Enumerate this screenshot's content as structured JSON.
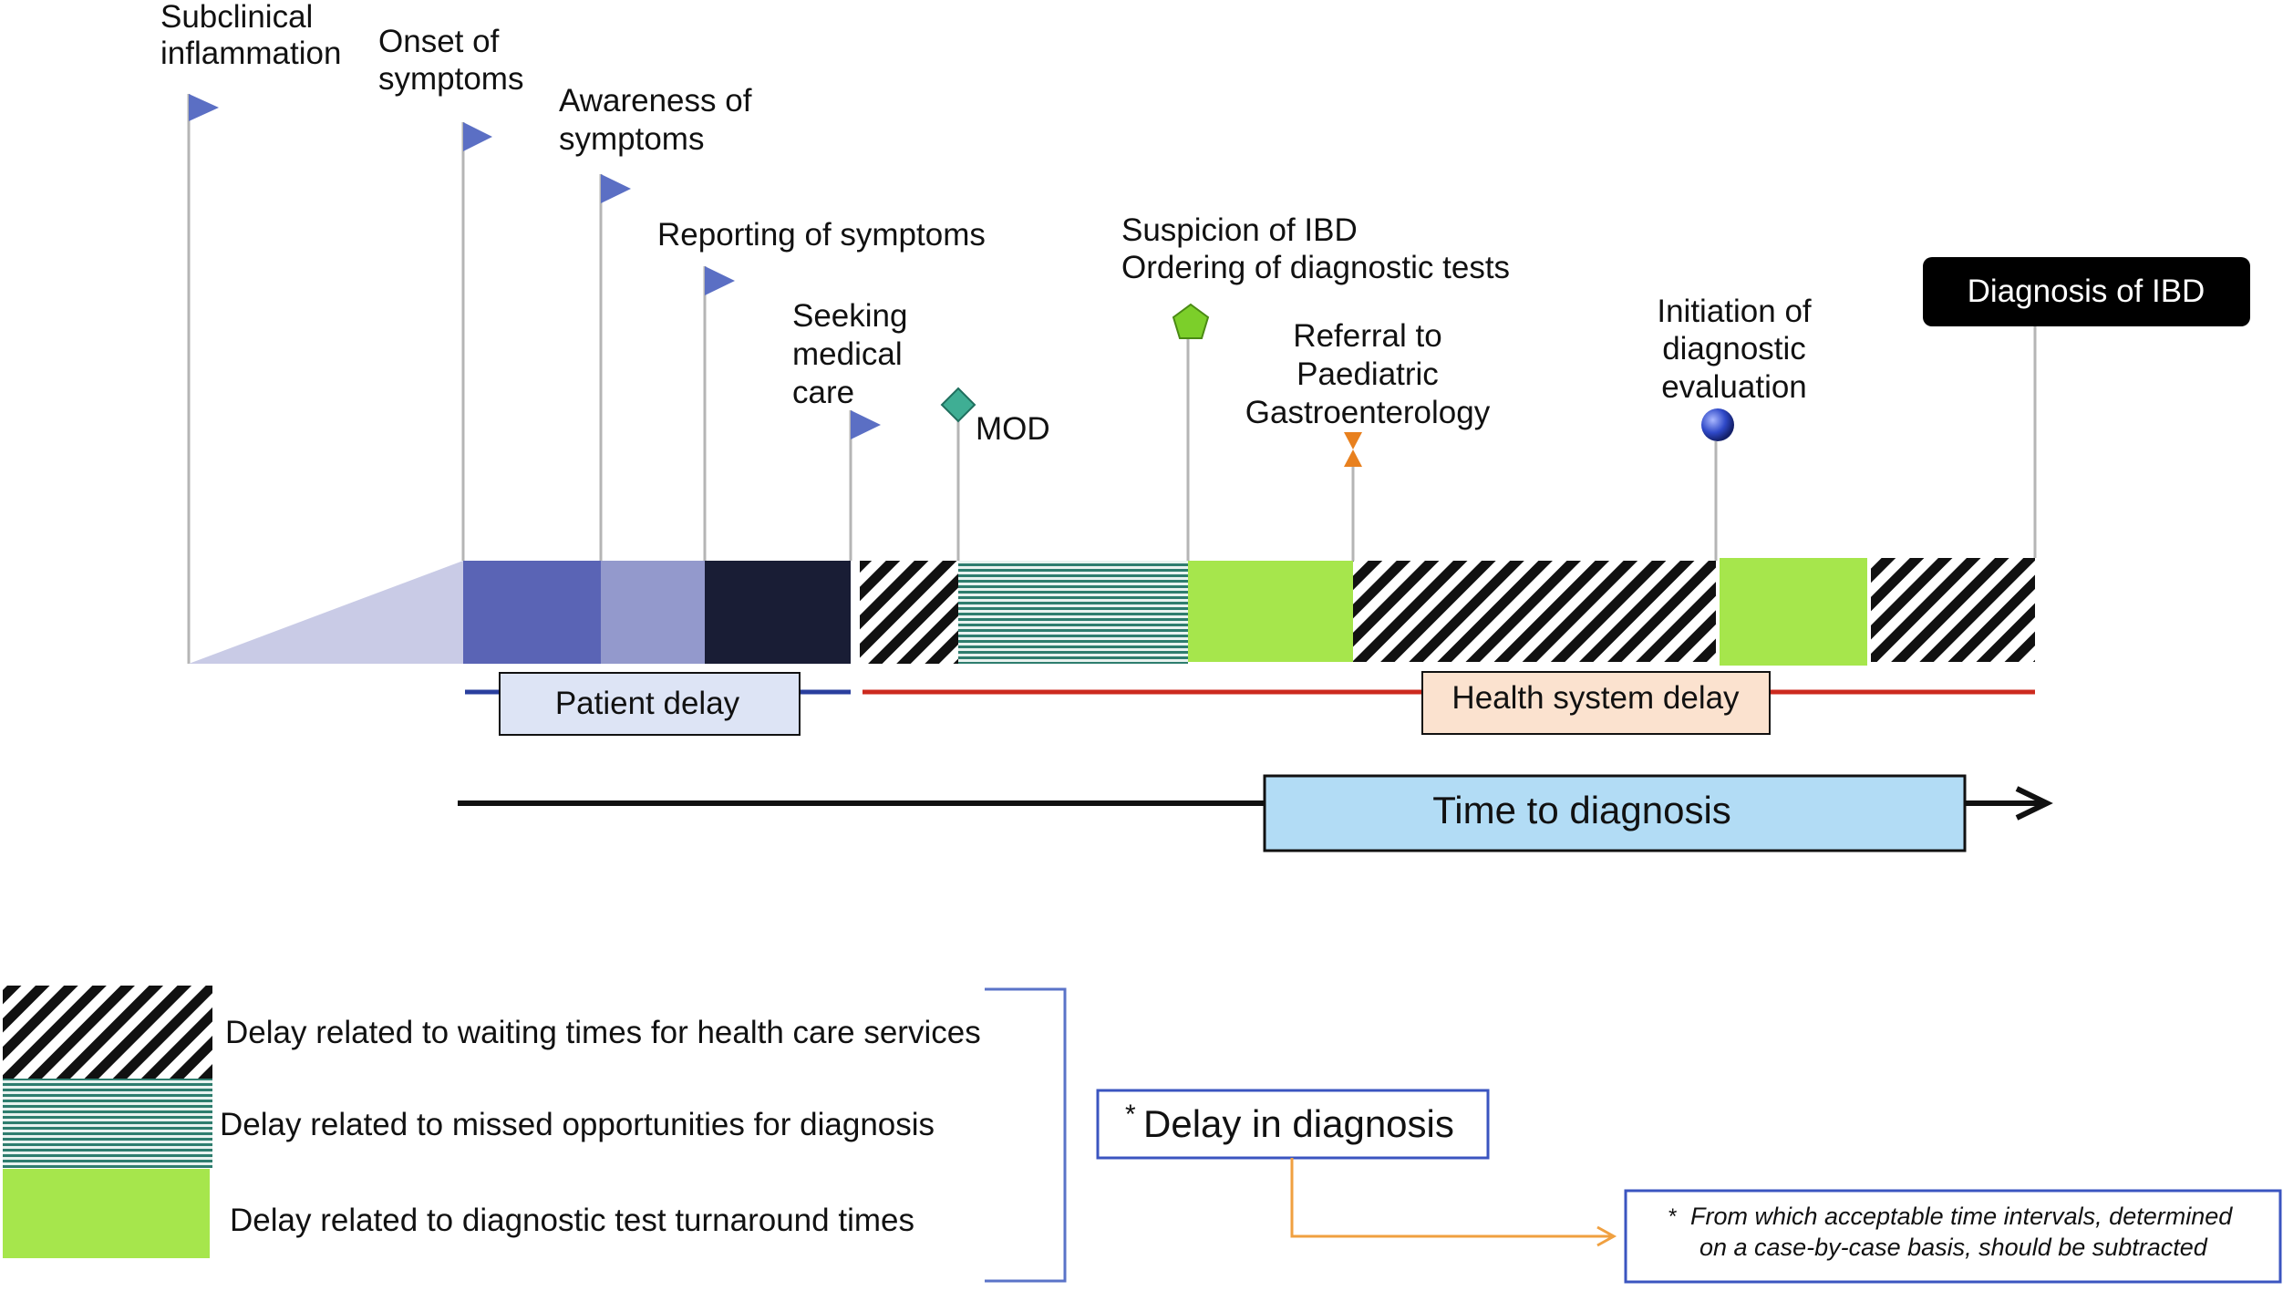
{
  "milestones": {
    "subclinical": [
      "Subclinical",
      "inflammation"
    ],
    "onset": [
      "Onset of",
      "symptoms"
    ],
    "awareness": [
      "Awareness of",
      "symptoms"
    ],
    "reporting": "Reporting of symptoms",
    "seeking": [
      "Seeking",
      "medical",
      "care"
    ],
    "mod": "MOD",
    "suspicion": [
      "Suspicion of IBD",
      "Ordering of diagnostic tests"
    ],
    "referral": [
      "Referral to",
      "Paediatric",
      "Gastroenterology"
    ],
    "initiation": [
      "Initiation of",
      "diagnostic",
      "evaluation"
    ],
    "diagnosis": "Diagnosis of IBD"
  },
  "delays": {
    "patient": "Patient delay",
    "health_system": "Health system delay",
    "time_to_diagnosis": "Time to diagnosis"
  },
  "legend": {
    "waiting": "Delay related to waiting times for health care services",
    "missed": "Delay related to missed opportunities for diagnosis",
    "turnaround": "Delay related to diagnostic test turnaround times"
  },
  "delay_in_diagnosis": {
    "asterisk": "*",
    "label": "Delay in diagnosis"
  },
  "footnote": {
    "asterisk": "*",
    "line1": "From which acceptable time intervals, determined",
    "line2": "on a case-by-case basis, should be subtracted"
  },
  "colors": {
    "flag": "#5b6fc4",
    "wedge": "#c9cbe6",
    "patient_dark_blue": "#5a64b5",
    "patient_light_blue": "#9399cc",
    "patient_navy": "#191d35",
    "missed_stripes": "#2e7d6e",
    "green": "#a6e64c",
    "health_red": "#cc2a1e",
    "patient_box": "#dde4f5",
    "health_box": "#fbe2cf",
    "time_box": "#b2dcf5",
    "orange_arrow": "#f0a040"
  }
}
